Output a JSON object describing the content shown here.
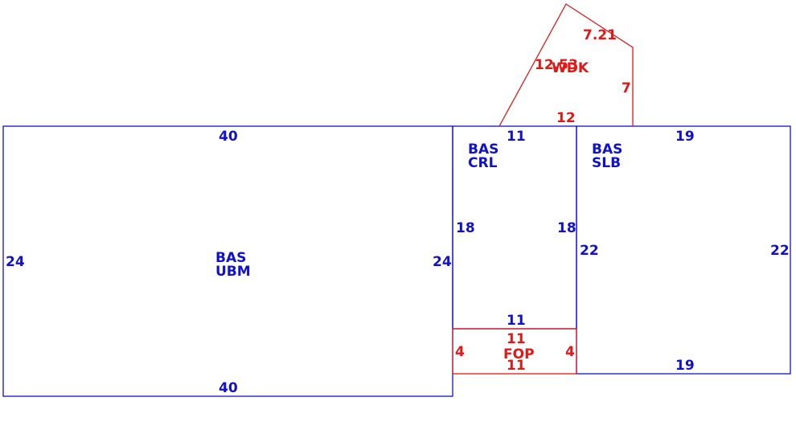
{
  "colors": {
    "blue": "#1010d0",
    "red": "#e01818"
  },
  "areas": {
    "ubm": {
      "line1": "BAS",
      "line2": "UBM"
    },
    "crl": {
      "line1": "BAS",
      "line2": "CRL"
    },
    "slb": {
      "line1": "BAS",
      "line2": "SLB"
    },
    "fop": {
      "label": "FOP"
    },
    "wdk": {
      "label": "WDK"
    }
  },
  "dimensions": {
    "ubm_top": "40",
    "ubm_bottom": "40",
    "ubm_left": "24",
    "ubm_right": "24",
    "crl_top": "11",
    "crl_bottom": "11",
    "crl_left": "18",
    "crl_right": "18",
    "slb_top": "19",
    "slb_bottom": "19",
    "slb_left": "22",
    "slb_right": "22",
    "fop_top": "11",
    "fop_bottom": "11",
    "fop_left": "4",
    "fop_right": "4",
    "wdk_bottom": "12",
    "wdk_diag": "12.53",
    "wdk_top": "7.21",
    "wdk_right": "7"
  }
}
